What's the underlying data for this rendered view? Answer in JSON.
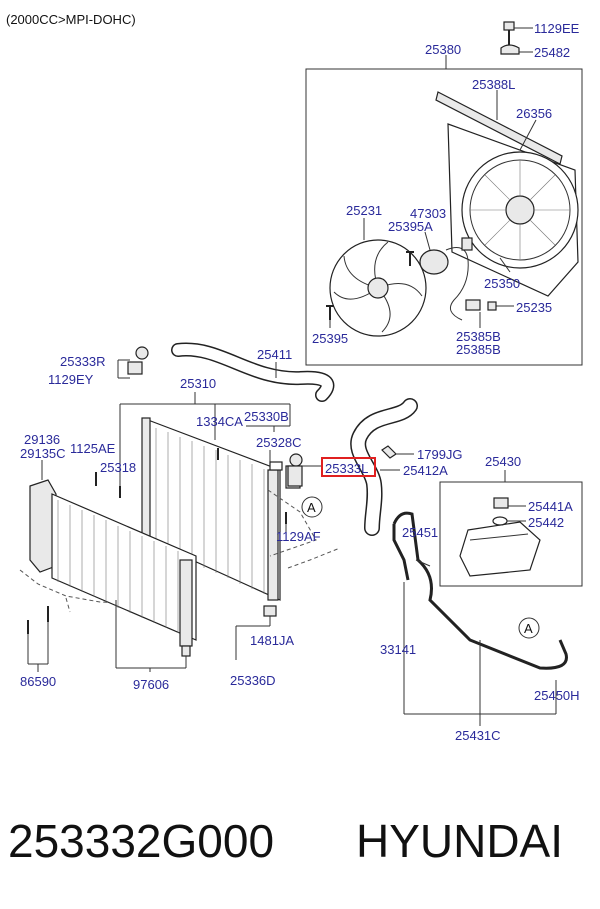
{
  "header": {
    "engine_spec": "(2000CC>MPI-DOHC)"
  },
  "footer": {
    "part_number": "253332G000",
    "brand": "HYUNDAI"
  },
  "highlight": {
    "part_code": "25333L",
    "color": "#e02020"
  },
  "callouts": {
    "c1129EE": "1129EE",
    "c25482": "25482",
    "c25380": "25380",
    "c25388L": "25388L",
    "c26356": "26356",
    "c25231": "25231",
    "c47303": "47303",
    "c25395A": "25395A",
    "c25350": "25350",
    "c25235": "25235",
    "c25395": "25395",
    "c25385B_1": "25385B",
    "c25385B_2": "25385B",
    "c25333R": "25333R",
    "c1129EY": "1129EY",
    "c25411": "25411",
    "c25310": "25310",
    "c1334CA": "1334CA",
    "c25330B": "25330B",
    "c25328C": "25328C",
    "c29136": "29136",
    "c29135C": "29135C",
    "c1125AE": "1125AE",
    "c25318": "25318",
    "c25333L": "25333L",
    "c1799JG": "1799JG",
    "c25412A": "25412A",
    "c25430": "25430",
    "c25441A": "25441A",
    "c25442": "25442",
    "c25451": "25451",
    "c1129AF": "1129AF",
    "cA1": "A",
    "cA2": "A",
    "c33141": "33141",
    "c1481JA": "1481JA",
    "c86590": "86590",
    "c97606": "97606",
    "c25336D": "25336D",
    "c25450H": "25450H",
    "c25431C": "25431C"
  }
}
